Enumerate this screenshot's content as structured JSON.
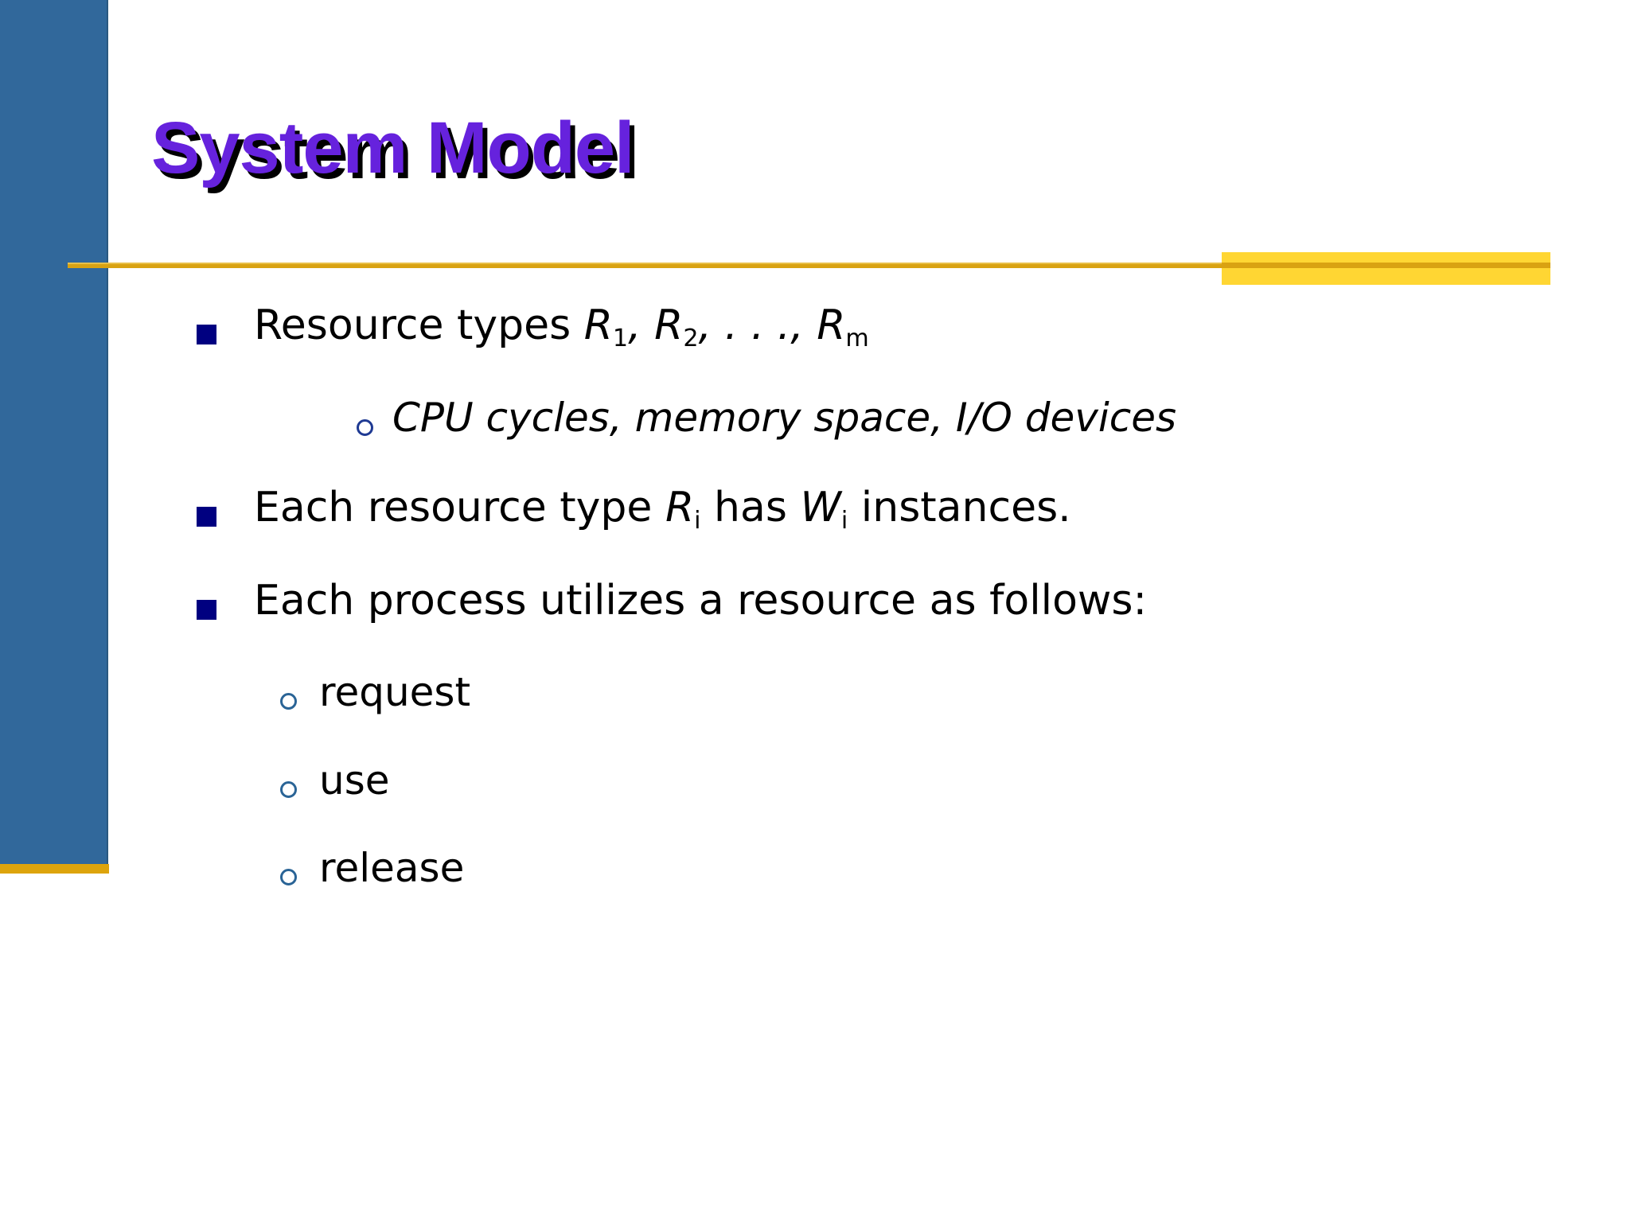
{
  "slide": {
    "title": "System Model",
    "theme": {
      "sidebar_color": "#31689B",
      "sidebar_edge_color": "#2A587F",
      "gold_rule_color": "#D9A212",
      "gold_foot_color": "#DDA40C",
      "highlight_block_color": "#FFD633",
      "title_color": "#6622DD",
      "title_shadow_color": "#000000",
      "level1_bullet_color": "#000080",
      "level2_bullet_color": "#1F3A93",
      "level3_bullet_color": "#2A6496",
      "body_text_color": "#000000",
      "background_color": "#FFFFFF"
    },
    "content": [
      {
        "level": 1,
        "bullet": "filled-square-bullet",
        "italic": false,
        "parts": [
          {
            "text": "Resource types ",
            "style": "normal"
          },
          {
            "text": "R",
            "style": "italic"
          },
          {
            "text": "1",
            "style": "subscript"
          },
          {
            "text": ", ",
            "style": "italic"
          },
          {
            "text": "R",
            "style": "italic"
          },
          {
            "text": "2",
            "style": "subscript"
          },
          {
            "text": ", . . ., ",
            "style": "italic"
          },
          {
            "text": "R",
            "style": "italic"
          },
          {
            "text": "m",
            "style": "subscript"
          }
        ],
        "plain": "Resource types R1, R2, . . ., Rm"
      },
      {
        "level": 2,
        "bullet": "hollow-circle-bullet",
        "italic": true,
        "parts": [
          {
            "text": "CPU cycles, memory space, I/O devices",
            "style": "italic"
          }
        ],
        "plain": "CPU cycles, memory space, I/O devices"
      },
      {
        "level": 1,
        "bullet": "filled-square-bullet",
        "italic": false,
        "parts": [
          {
            "text": "Each resource type ",
            "style": "normal"
          },
          {
            "text": "R",
            "style": "italic"
          },
          {
            "text": "i",
            "style": "subscript"
          },
          {
            "text": " has ",
            "style": "normal"
          },
          {
            "text": "W",
            "style": "italic"
          },
          {
            "text": "i",
            "style": "subscript"
          },
          {
            "text": " instances.",
            "style": "normal"
          }
        ],
        "plain": "Each resource type Ri has Wi instances."
      },
      {
        "level": 1,
        "bullet": "filled-square-bullet",
        "italic": false,
        "parts": [
          {
            "text": "Each process utilizes a resource as follows:",
            "style": "normal"
          }
        ],
        "plain": "Each process utilizes a resource as follows:"
      },
      {
        "level": 3,
        "bullet": "hollow-circle-bullet",
        "italic": false,
        "parts": [
          {
            "text": "request",
            "style": "normal"
          }
        ],
        "plain": "request"
      },
      {
        "level": 3,
        "bullet": "hollow-circle-bullet",
        "italic": false,
        "parts": [
          {
            "text": "use",
            "style": "normal"
          }
        ],
        "plain": "use"
      },
      {
        "level": 3,
        "bullet": "hollow-circle-bullet",
        "italic": false,
        "parts": [
          {
            "text": "release",
            "style": "normal"
          }
        ],
        "plain": "release"
      }
    ]
  }
}
